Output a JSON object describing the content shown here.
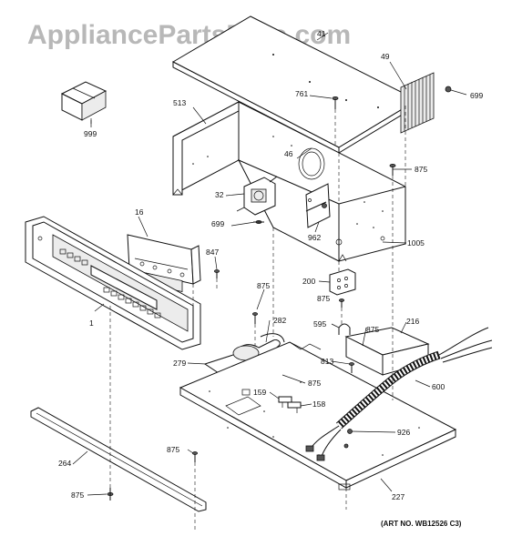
{
  "watermark": "AppliancePartsPros.com",
  "art_number": "(ART NO. WB12526 C3)",
  "callouts": {
    "c41": "41",
    "c49": "49",
    "c699a": "699",
    "c761": "761",
    "c999": "999",
    "c513": "513",
    "c875a": "875",
    "c46": "46",
    "c32": "32",
    "c16": "16",
    "c699b": "699",
    "c962": "962",
    "c1005": "1005",
    "c847": "847",
    "c200": "200",
    "c875b": "875",
    "c875c": "875",
    "c1": "1",
    "c282": "282",
    "c595": "595",
    "c875d": "875",
    "c216": "216",
    "c279": "279",
    "c813": "813",
    "c875e": "875",
    "c159": "159",
    "c158": "158",
    "c600": "600",
    "c926": "926",
    "c875f": "875",
    "c264": "264",
    "c875g": "875",
    "c227": "227"
  }
}
